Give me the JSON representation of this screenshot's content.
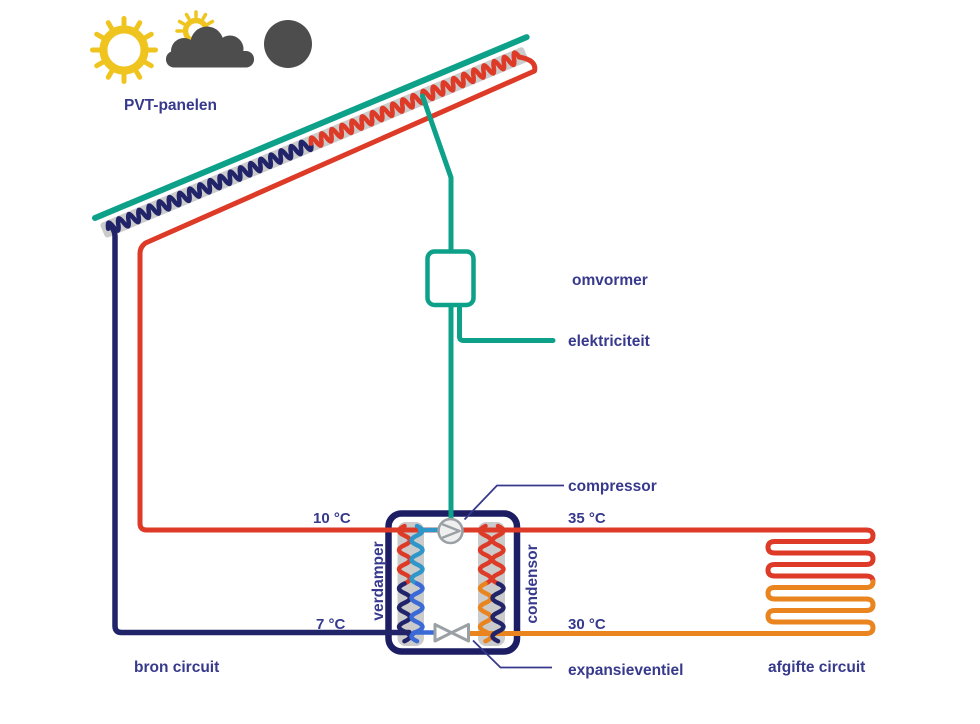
{
  "diagram": {
    "panels_label": "PVT-panelen",
    "inverter_label": "omvormer",
    "electricity_label": "elektriciteit",
    "compressor_label": "compressor",
    "evaporator_label": "verdamper",
    "condenser_label": "condensor",
    "expansion_valve_label": "expansieventiel",
    "source_circuit_label": "bron circuit",
    "delivery_circuit_label": "afgifte circuit",
    "temperatures": {
      "source_supply": "10 °C",
      "source_return": "7 °C",
      "delivery_supply": "35 °C",
      "delivery_return": "30 °C"
    },
    "icons": [
      "sun-icon",
      "sun-behind-cloud-icon",
      "night-icon",
      "compressor-symbol",
      "expansion-valve-symbol"
    ],
    "colors": {
      "electric_green": "#0ea189",
      "warm_red": "#dd3a27",
      "cold_navy": "#22246a",
      "delivery_orange": "#e9841f",
      "refrigerant_light_blue": "#2e96c8",
      "refrigerant_blue": "#3b6ad6",
      "panel_gray": "#cbcbcb",
      "icon_gray": "#4d4d4d",
      "sun_yellow": "#f0c41f",
      "label_text": "#37398c"
    }
  }
}
